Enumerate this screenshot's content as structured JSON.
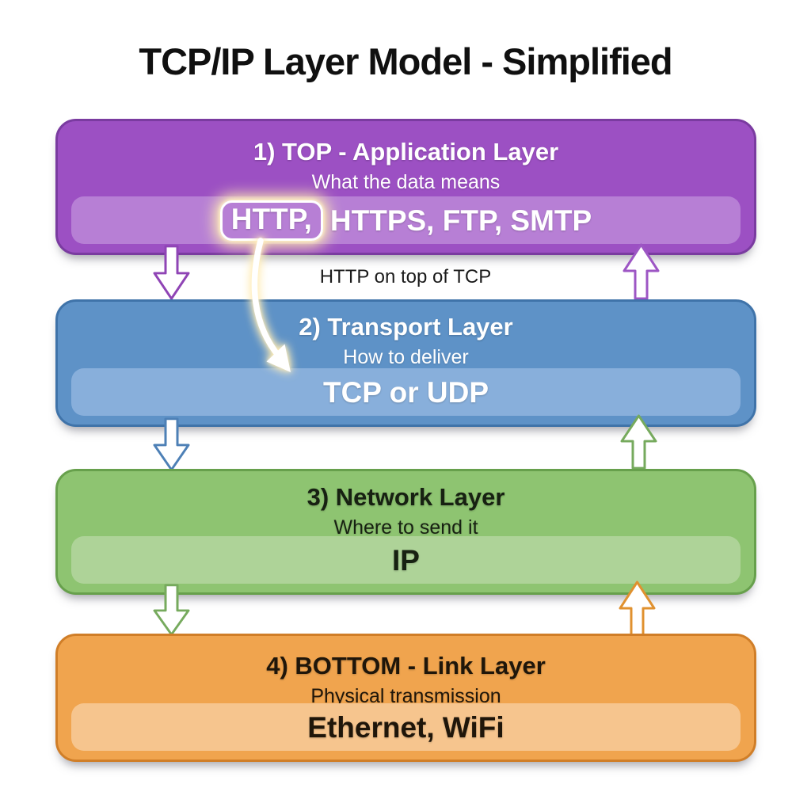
{
  "title": "TCP/IP Layer Model - Simplified",
  "layers": [
    {
      "id": "application",
      "heading": "1) TOP - Application Layer",
      "subtitle": "What the data means",
      "protocols": {
        "highlighted": "HTTP,",
        "rest": "HTTPS, FTP, SMTP"
      },
      "colors": {
        "fill": "#9c50c3",
        "border": "#7a3ba0",
        "inner": "#b77fd5",
        "text": "#ffffff"
      }
    },
    {
      "id": "transport",
      "heading": "2) Transport Layer",
      "subtitle": "How to deliver",
      "protocols": {
        "rest": "TCP or UDP"
      },
      "colors": {
        "fill": "#5e92c7",
        "border": "#3f73a9",
        "inner": "#88afdb",
        "text": "#ffffff"
      }
    },
    {
      "id": "network",
      "heading": "3) Network Layer",
      "subtitle": "Where to send it",
      "protocols": {
        "rest": "IP"
      },
      "colors": {
        "fill": "#8ec471",
        "border": "#67a04c",
        "inner": "#aed398",
        "text": "#172112"
      }
    },
    {
      "id": "link",
      "heading": "4) BOTTOM - Link Layer",
      "subtitle": "Physical transmission",
      "protocols": {
        "rest": "Ethernet, WiFi"
      },
      "colors": {
        "fill": "#f0a44e",
        "border": "#d07e28",
        "inner": "#f6c58e",
        "text": "#1f160a"
      }
    }
  ],
  "annotation": {
    "text": "HTTP on top of TCP",
    "color": "#1b1b1b"
  },
  "gaps": [
    {
      "down_color": "#8f44b5",
      "up_color": "#9d56c4"
    },
    {
      "down_color": "#4d80b6",
      "up_color": "#76aa5d"
    },
    {
      "down_color": "#76aa5d",
      "up_color": "#e0912f"
    }
  ],
  "highlight": {
    "box_border": "#ffffff",
    "glow": "#ffeeb2",
    "arrow_color": "#ffffff",
    "arrow_glow": "#ffe8a6"
  },
  "icons": {
    "down_arrow": "block-arrow-down",
    "up_arrow": "block-arrow-up",
    "curved_arrow": "curved-arrow-http-to-tcp"
  }
}
